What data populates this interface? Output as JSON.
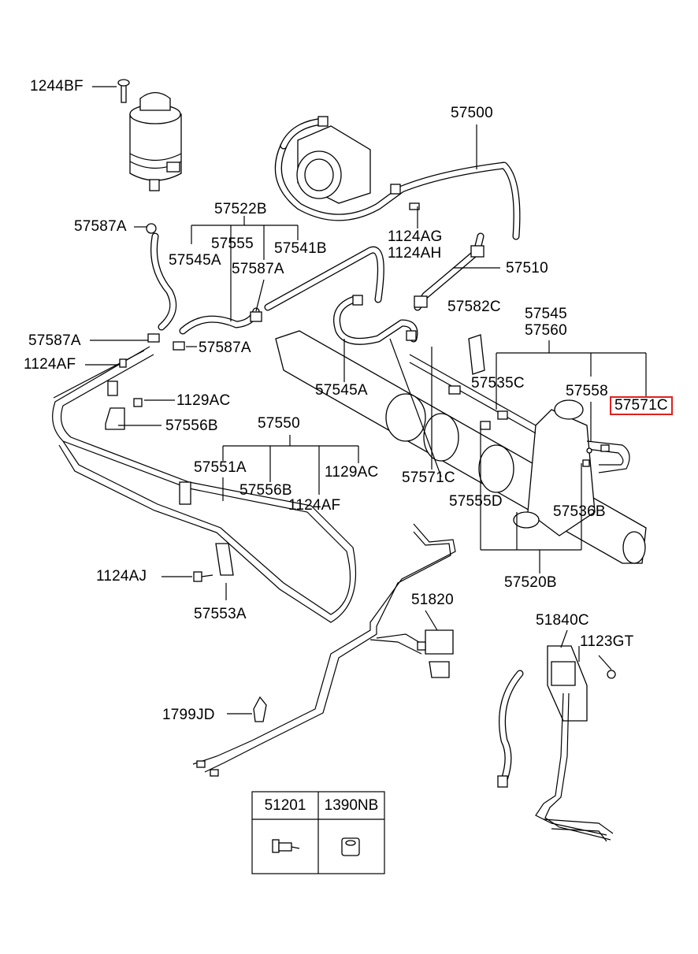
{
  "labels": {
    "p1244BF": "1244BF",
    "p57500": "57500",
    "p57522B": "57522B",
    "p57587A_1": "57587A",
    "p57555": "57555",
    "p57541B": "57541B",
    "p57545A_1": "57545A",
    "p57587A_2": "57587A",
    "p1124AG": "1124AG",
    "p1124AH": "1124AH",
    "p57510": "57510",
    "p57582C": "57582C",
    "p57545": "57545",
    "p57560": "57560",
    "p57587A_3": "57587A",
    "p57587A_4": "57587A",
    "p1124AF_1": "1124AF",
    "p57545A_2": "57545A",
    "p57535C": "57535C",
    "p57558": "57558",
    "p57571C_hl": "57571C",
    "p1129AC_1": "1129AC",
    "p57556B_1": "57556B",
    "p57550": "57550",
    "p57551A": "57551A",
    "p57556B_2": "57556B",
    "p1129AC_2": "1129AC",
    "p1124AF_2": "1124AF",
    "p57571C": "57571C",
    "p57555D": "57555D",
    "p57536B": "57536B",
    "p57520B": "57520B",
    "p1124AJ": "1124AJ",
    "p57553A": "57553A",
    "p51820": "51820",
    "p51840C": "51840C",
    "p1123GT": "1123GT",
    "p1799JD": "1799JD"
  },
  "legend": {
    "col1": "51201",
    "col2": "1390NB"
  },
  "highlight_color": "#e02020"
}
